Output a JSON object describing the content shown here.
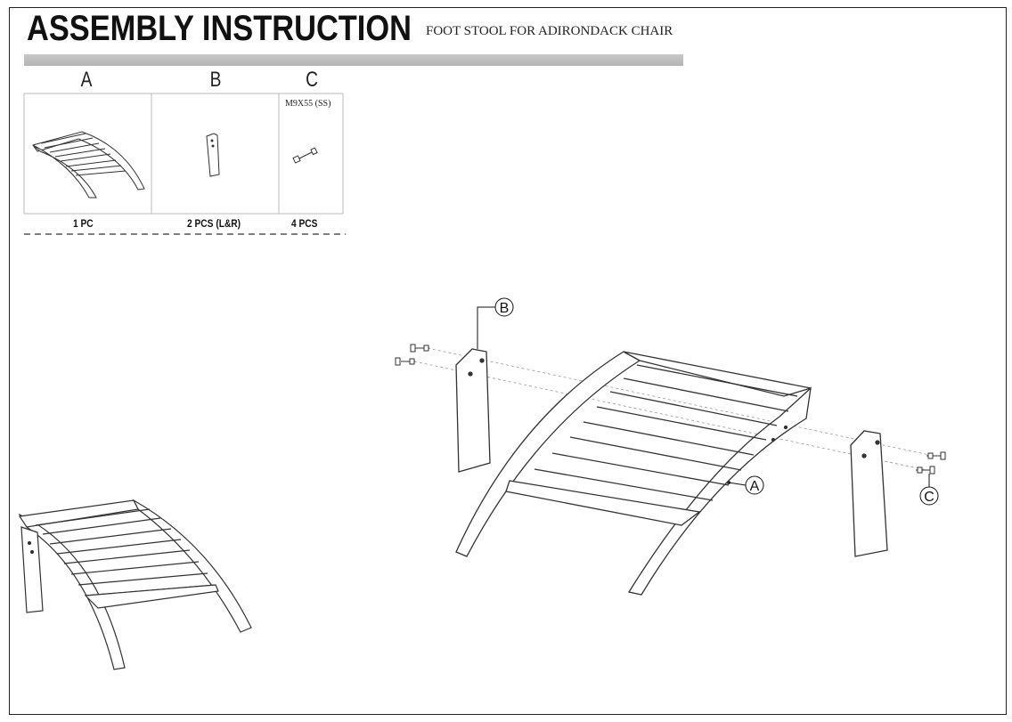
{
  "header": {
    "title": "ASSEMBLY INSTRUCTION",
    "subtitle": "FOOT STOOL FOR  ADIRONDACK CHAIR"
  },
  "parts": [
    {
      "letter": "A",
      "qty": "1 PC"
    },
    {
      "letter": "B",
      "qty": "2 PCS (L&R)"
    },
    {
      "letter": "C",
      "spec": "M9X55 (SS)",
      "qty": "4 PCS"
    }
  ],
  "callouts": {
    "a": "A",
    "b": "B",
    "c": "C"
  }
}
